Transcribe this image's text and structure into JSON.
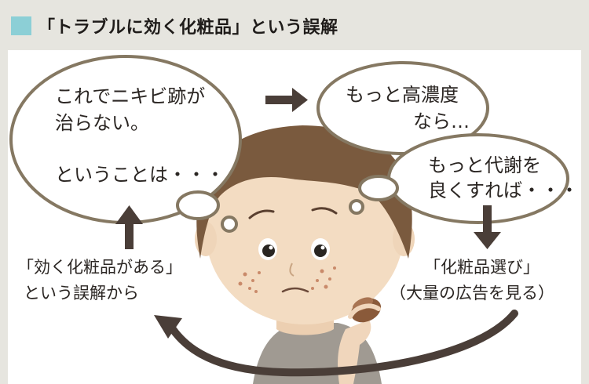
{
  "header": {
    "title": "「トラブルに効く化粧品」という誤解",
    "accent_color": "#8ccfd6"
  },
  "bubbles": {
    "left": {
      "line1": "これでニキビ跡が",
      "line2": "治らない。",
      "line3": "ということは・・・"
    },
    "top_right": {
      "line1": "もっと高濃度",
      "line2": "なら…"
    },
    "right": {
      "line1": "もっと代謝を",
      "line2": "良くすれば・・・"
    }
  },
  "notes": {
    "left": {
      "line1": "「効く化粧品がある」",
      "line2": "という誤解から"
    },
    "right": {
      "line1": "「化粧品選び」",
      "line2": "（大量の広告を見る）"
    }
  },
  "icons": {
    "arrow_top": "right-arrow-icon",
    "arrow_right": "down-arrow-icon",
    "arrow_left": "up-arrow-icon",
    "arrow_bottom": "curved-left-arrow-icon"
  },
  "colors": {
    "arrow": "#4a3e38",
    "hair": "#7a5a3e",
    "skin": "#f3dcc2",
    "bubble_stroke": "#857862"
  }
}
